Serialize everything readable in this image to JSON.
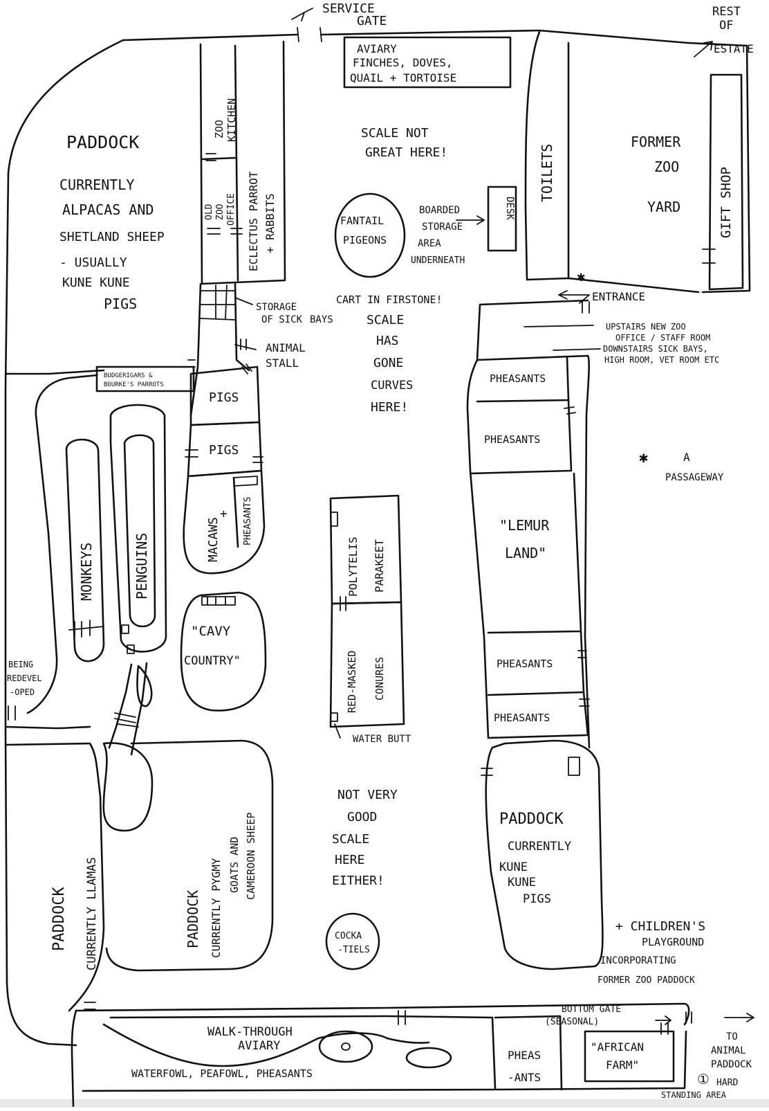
{
  "map": {
    "labels": {
      "service_gate_1": "SERVICE",
      "service_gate_2": "GATE",
      "rest_estate_1": "REST",
      "rest_estate_2": "OF",
      "rest_estate_3": "ESTATE",
      "aviary_1": "AVIARY",
      "aviary_2": "FINCHES, DOVES,",
      "aviary_3": "QUAIL + TORTOISE",
      "paddock_top_1": "PADDOCK",
      "paddock_top_2": "CURRENTLY",
      "paddock_top_3": "ALPACAS AND",
      "paddock_top_4": "SHETLAND SHEEP",
      "paddock_top_5": "- USUALLY",
      "paddock_top_6": "KUNE KUNE",
      "paddock_top_7": "PIGS",
      "zoo_kitchen_1": "ZOO",
      "zoo_kitchen_2": "KITCHEN",
      "old_office_1": "OLD",
      "old_office_2": "ZOO",
      "old_office_3": "OFFICE",
      "eclectus_1": "ECLECTUS PARROT",
      "eclectus_2": "+ RABBITS",
      "scale_note_1a": "SCALE NOT",
      "scale_note_1b": "GREAT HERE!",
      "fantail_1": "FANTAIL",
      "fantail_2": "PIGEONS",
      "boarded_1": "BOARDED",
      "boarded_2": "STORAGE",
      "boarded_3": "AREA",
      "boarded_4": "UNDERNEATH",
      "desk": "DESK",
      "toilets": "TOILETS",
      "gift_shop": "GIFT SHOP",
      "former_yard_1": "FORMER",
      "former_yard_2": "ZOO",
      "former_yard_3": "YARD",
      "entrance_marker": "✱",
      "entrance": "ENTRANCE",
      "storage_1": "STORAGE",
      "storage_2": "OF SICK",
      "storage_3": "BAYS",
      "cart_note": "CART IN FIRSTONE!",
      "animal_stall_1": "ANIMAL",
      "animal_stall_2": "STALL",
      "scale_note_2a": "SCALE",
      "scale_note_2b": "HAS",
      "scale_note_2c": "GONE",
      "scale_note_2d": "CURVES",
      "scale_note_2e": "HERE!",
      "upstairs_1": "UPSTAIRS NEW ZOO",
      "upstairs_2": "OFFICE / STAFF ROOM",
      "upstairs_3": "DOWNSTAIRS SICK BAYS,",
      "upstairs_4": "HIGH ROOM, VET ROOM ETC",
      "budgies_1": "BUDGERIGARS &",
      "budgies_2": "BOURKE'S PARROTS",
      "pigs_a": "PIGS",
      "pigs_b": "PIGS",
      "pheasants_a": "PHEASANTS",
      "pheasants_b": "PHEASANTS",
      "passage_marker": "✱",
      "passage_1": "A",
      "passage_2": "PASSAGEWAY",
      "monkeys": "MONKEYS",
      "penguins": "PENGUINS",
      "macaws_1": "MACAWS",
      "macaws_2": "+",
      "macaws_3": "PHEASANTS",
      "polytelis_1": "POLYTELIS",
      "polytelis_2": "PARAKEET",
      "lemur_1": "\"LEMUR",
      "lemur_2": "LAND\"",
      "cavy_1": "\"CAVY",
      "cavy_2": "COUNTRY\"",
      "conures_1": "RED-MASKED",
      "conures_2": "CONURES",
      "pheasants_c": "PHEASANTS",
      "pheasants_d": "PHEASANTS",
      "redeveloped_1": "BEING",
      "redeveloped_2": "REDEVEL",
      "redeveloped_3": "-OPED",
      "water_butt": "WATER BUTT",
      "llamas_1": "PADDOCK",
      "llamas_2": "CURRENTLY LLAMAS",
      "goats_1": "PADDOCK",
      "goats_2": "CURRENTLY PYGMY",
      "goats_3": "GOATS AND",
      "goats_4": "CAMEROON SHEEP",
      "scale_note_3a": "NOT VERY",
      "scale_note_3b": "GOOD",
      "scale_note_3c": "SCALE",
      "scale_note_3d": "HERE",
      "scale_note_3e": "EITHER!",
      "paddock_pigs_1": "PADDOCK",
      "paddock_pigs_2": "CURRENTLY",
      "paddock_pigs_3": "KUNE",
      "paddock_pigs_4": "KUNE",
      "paddock_pigs_5": "PIGS",
      "children_1": "+ CHILDREN'S",
      "children_2": "PLAYGROUND",
      "children_3": "INCORPORATING",
      "children_4": "FORMER ZOO PADDOCK",
      "cockatiels_1": "COCKA",
      "cockatiels_2": "-TIELS",
      "bottom_gate_1": "BOTTOM GATE",
      "bottom_gate_2": "(SEASONAL)",
      "to_paddock_1": "TO",
      "to_paddock_2": "ANIMAL",
      "to_paddock_3": "PADDOCK",
      "walkthrough_1": "WALK-THROUGH",
      "walkthrough_2": "AVIARY",
      "walkthrough_3": "WATERFOWL, PEAFOWL, PHEASANTS",
      "pheas_1": "PHEAS",
      "pheas_2": "-ANTS",
      "african_1": "\"AFRICAN",
      "african_2": "FARM\"",
      "hard_marker": "①",
      "hard_1": "HARD",
      "hard_2": "STANDING AREA"
    }
  }
}
